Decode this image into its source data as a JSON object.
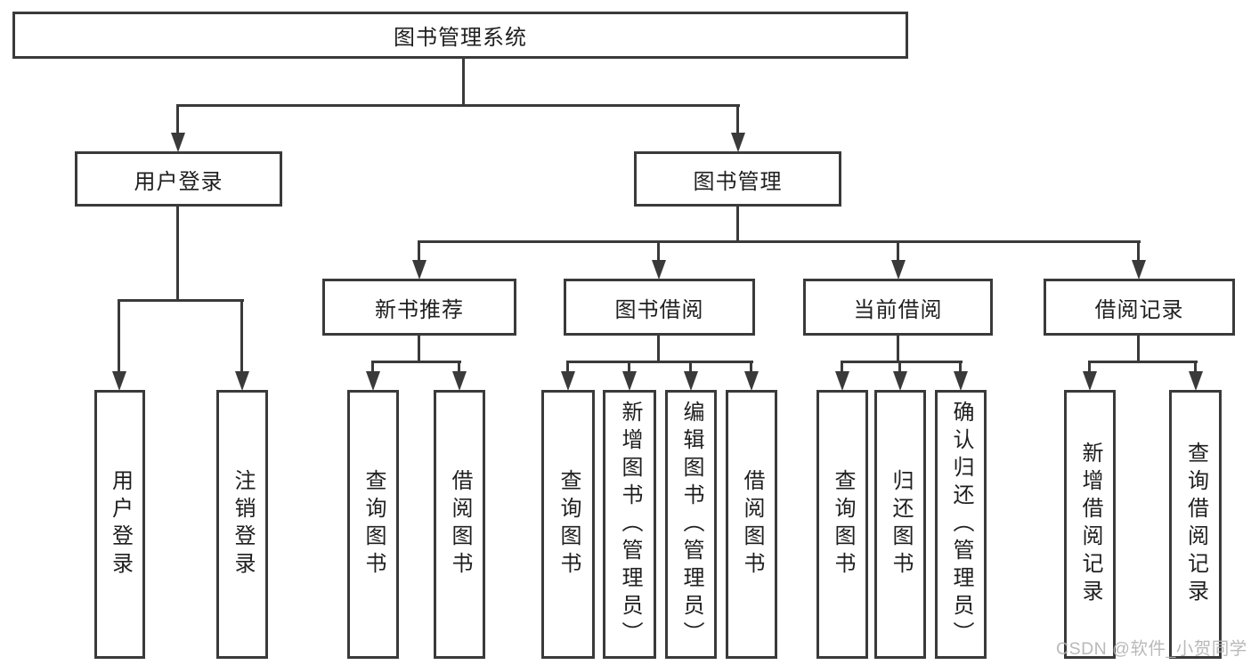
{
  "diagram": {
    "type": "hierarchy",
    "title": "图书管理系统",
    "colors": {
      "line": "#3a3a3a",
      "text": "#1f1f1f",
      "background": "#ffffff",
      "watermark": "#b4b4b4"
    },
    "nodes": {
      "root": {
        "label": "图书管理系统"
      },
      "user_login": {
        "label": "用户登录",
        "children": [
          {
            "label": "用户登录"
          },
          {
            "label": "注销登录"
          }
        ]
      },
      "book_management": {
        "label": "图书管理",
        "children": [
          {
            "label": "新书推荐",
            "children": [
              {
                "label": "查询图书"
              },
              {
                "label": "借阅图书"
              }
            ]
          },
          {
            "label": "图书借阅",
            "children": [
              {
                "label": "查询图书"
              },
              {
                "label": "新增图书（管理员）"
              },
              {
                "label": "编辑图书（管理员）"
              },
              {
                "label": "借阅图书"
              }
            ]
          },
          {
            "label": "当前借阅",
            "children": [
              {
                "label": "查询图书"
              },
              {
                "label": "归还图书"
              },
              {
                "label": "确认归还（管理员）"
              }
            ]
          },
          {
            "label": "借阅记录",
            "children": [
              {
                "label": "新增借阅记录"
              },
              {
                "label": "查询借阅记录"
              }
            ]
          }
        ]
      }
    }
  },
  "watermark": {
    "text": "CSDN @软件_小贺同学"
  }
}
